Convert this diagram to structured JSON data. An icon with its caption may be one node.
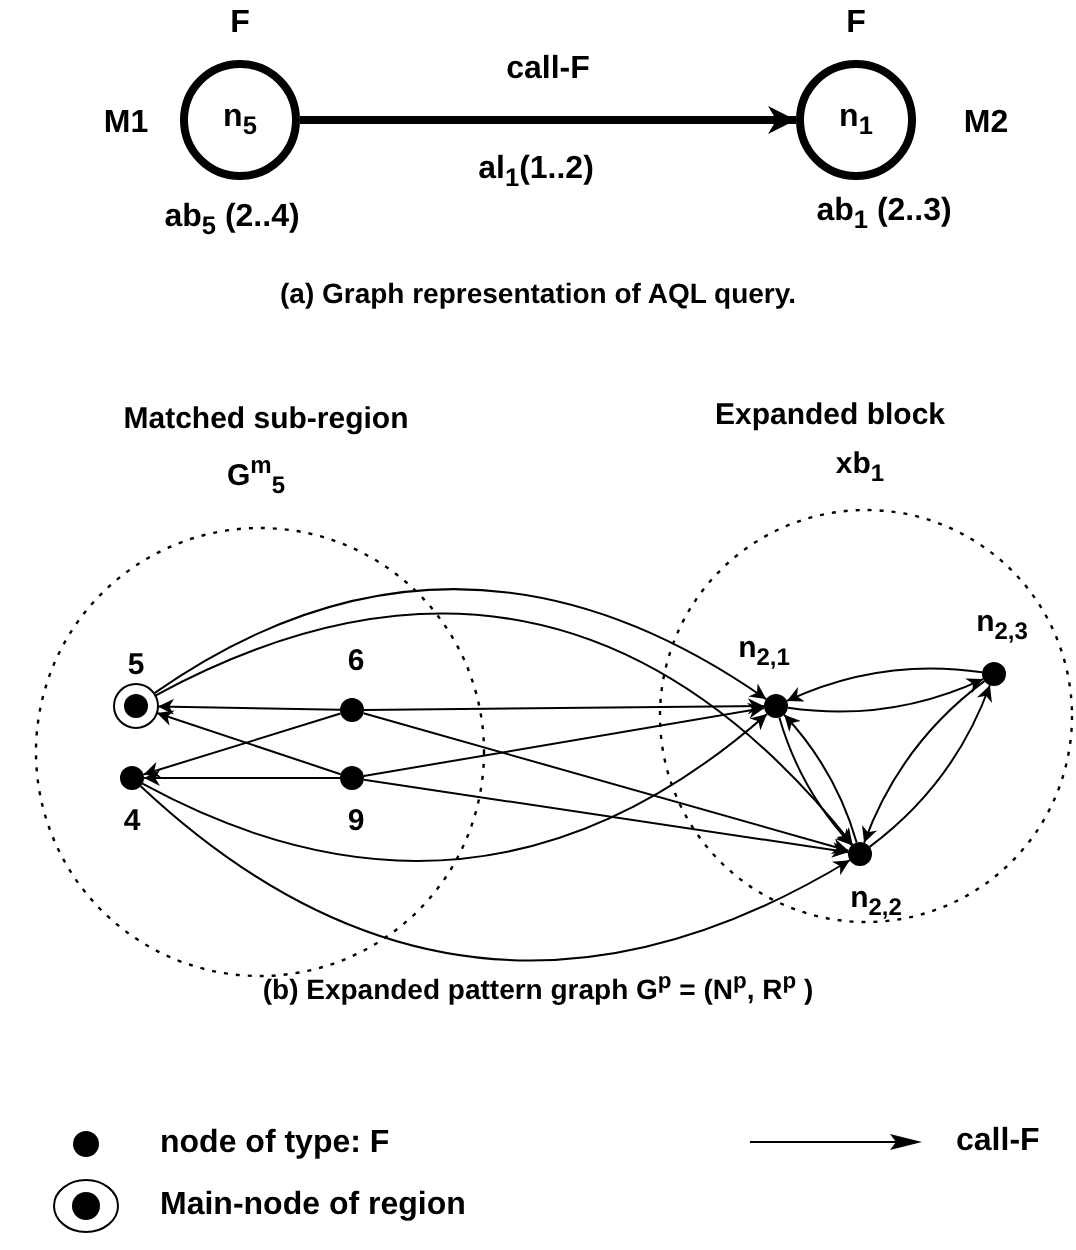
{
  "diagram": {
    "nodes": [
      {
        "text": [
          "n$_{5}$"
        ],
        "beside": [
          "F",
          "M1",
          "ab$_{5}$ (2..4)"
        ]
      },
      {
        "text": [
          "n$_{1}$"
        ],
        "beside": [
          "F",
          "M2",
          "ab$_{1}$ (2..3)"
        ]
      },
      {
        "text": [
          "Matched sub-region",
          "G$^{m}$$_{5}$"
        ]
      },
      {
        "text": [
          "Expanded block",
          "xb$_{1}$"
        ]
      },
      {
        "text": [],
        "shape": "circle",
        "beside": [
          "5"
        ],
        "in": 2
      },
      {
        "text": [],
        "shape": "circle",
        "beside": [
          "6"
        ],
        "in": 2
      },
      {
        "text": [],
        "shape": "circle",
        "beside": [
          "4"
        ],
        "in": 2
      },
      {
        "text": [],
        "shape": "circle",
        "beside": [
          "9"
        ],
        "in": 2
      },
      {
        "text": [],
        "shape": "circle",
        "beside": [
          "n$_{2,1}$"
        ],
        "in": 3
      },
      {
        "text": [],
        "shape": "circle",
        "beside": [
          "n$_{2,3}$"
        ],
        "in": 3
      },
      {
        "text": [],
        "shape": "circle",
        "beside": [
          "n$_{2,2}$"
        ],
        "in": 3
      }
    ],
    "edges": [
      {
        "from": 0,
        "to": 1,
        "arrow": "to",
        "label": "call-F",
        "style": "thick"
      },
      {
        "from": 5,
        "to": 4,
        "arrow": "to"
      },
      {
        "from": 7,
        "to": 4,
        "arrow": "to"
      },
      {
        "from": 5,
        "to": 6,
        "arrow": "to"
      },
      {
        "from": 7,
        "to": 6,
        "arrow": "to"
      },
      {
        "from": 4,
        "to": 8,
        "arrow": "to"
      },
      {
        "from": 4,
        "to": 10,
        "arrow": "to"
      },
      {
        "from": 7,
        "to": 8,
        "arrow": "to"
      },
      {
        "from": 7,
        "to": 10,
        "arrow": "to"
      },
      {
        "from": 6,
        "to": 8,
        "arrow": "to"
      },
      {
        "from": 6,
        "to": 10,
        "arrow": "to"
      },
      {
        "from": 5,
        "to": 8,
        "arrow": "to"
      },
      {
        "from": 5,
        "to": 10,
        "arrow": "to"
      },
      {
        "from": 8,
        "to": 9,
        "arrow": "to"
      },
      {
        "from": 9,
        "to": 8,
        "arrow": "to"
      },
      {
        "from": 8,
        "to": 10,
        "arrow": "to"
      },
      {
        "from": 10,
        "to": 8,
        "arrow": "to"
      },
      {
        "from": 9,
        "to": 10,
        "arrow": "to"
      },
      {
        "from": 10,
        "to": 9,
        "arrow": "to"
      }
    ],
    "labels": [
      "al$_{1}$(1..2)",
      "(a) Graph representation of AQL query.",
      "(b) Expanded pattern graph G$^{p}$ = (N$^{p}$, R$^{p}$ )"
    ],
    "legend": [
      {
        "text": "node of type: F"
      },
      {
        "text": "call-F"
      },
      {
        "text": "Main-node of region"
      }
    ]
  }
}
